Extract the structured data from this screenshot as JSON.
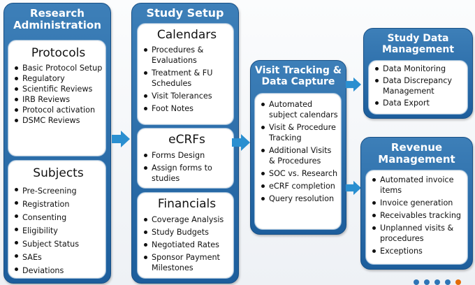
{
  "research_admin": {
    "title": "Research Administration",
    "protocols": {
      "title": "Protocols",
      "items": [
        "Basic Protocol Setup",
        "Regulatory",
        "Scientific Reviews",
        "IRB Reviews",
        "Protocol activation",
        "DSMC Reviews"
      ]
    },
    "subjects": {
      "title": "Subjects",
      "items": [
        "Pre-Screening",
        "Registration",
        "Consenting",
        "Eligibility",
        "Subject Status",
        "SAEs",
        "Deviations"
      ]
    }
  },
  "study_setup": {
    "title": "Study Setup",
    "calendars": {
      "title": "Calendars",
      "items": [
        "Procedures & Evaluations",
        "Treatment & FU Schedules",
        "Visit Tolerances",
        "Foot Notes"
      ]
    },
    "ecrfs": {
      "title": "eCRFs",
      "items": [
        "Forms Design",
        "Assign forms to studies"
      ]
    },
    "financials": {
      "title": "Financials",
      "items": [
        "Coverage Analysis",
        "Study Budgets",
        "Negotiated Rates",
        "Sponsor Payment Milestones"
      ]
    }
  },
  "visit_tracking": {
    "title": "Visit Tracking & Data Capture",
    "items": [
      "Automated subject calendars",
      "Visit & Procedure Tracking",
      "Additional Visits & Procedures",
      "SOC vs. Research",
      "eCRF completion",
      "Query resolution"
    ]
  },
  "study_data": {
    "title": "Study Data Management",
    "items": [
      "Data Monitoring",
      "Data Discrepancy Management",
      "Data Export"
    ]
  },
  "revenue": {
    "title": "Revenue Management",
    "items": [
      "Automated invoice items",
      "Invoice generation",
      "Receivables tracking",
      "Unplanned visits & procedures",
      "Exceptions"
    ]
  },
  "colors": {
    "box_fill": "#2a6ba9",
    "arrow": "#2a8fd0",
    "dots": [
      "#2e75b6",
      "#2e75b6",
      "#2e75b6",
      "#2e75b6",
      "#e36c09"
    ]
  }
}
